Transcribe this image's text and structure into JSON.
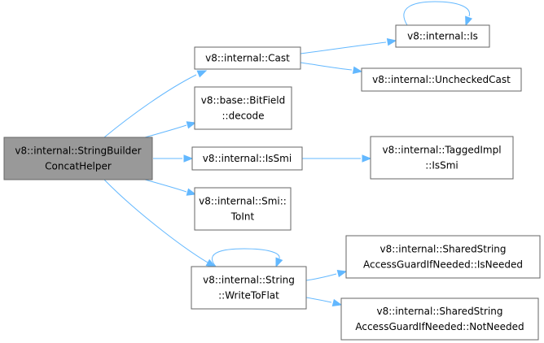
{
  "colors": {
    "edge": "#63b8ff",
    "node_border": "#666666",
    "root_fill": "#999999",
    "node_fill": "#ffffff"
  },
  "nodes": {
    "root": [
      "v8::internal::StringBuilder",
      "ConcatHelper"
    ],
    "cast": [
      "v8::internal::Cast"
    ],
    "bitfield": [
      "v8::base::BitField",
      "::decode"
    ],
    "issmi": [
      "v8::internal::IsSmi"
    ],
    "smi_toint": [
      "v8::internal::Smi::",
      "ToInt"
    ],
    "writetoflat": [
      "v8::internal::String",
      "::WriteToFlat"
    ],
    "is": [
      "v8::internal::Is"
    ],
    "uncheckedcast": [
      "v8::internal::UncheckedCast"
    ],
    "taggedimpl": [
      "v8::internal::TaggedImpl",
      "::IsSmi"
    ],
    "isneeded": [
      "v8::internal::SharedString",
      "AccessGuardIfNeeded::IsNeeded"
    ],
    "notneeded": [
      "v8::internal::SharedString",
      "AccessGuardIfNeeded::NotNeeded"
    ]
  },
  "edges": [
    {
      "from": "root",
      "to": "cast"
    },
    {
      "from": "root",
      "to": "bitfield"
    },
    {
      "from": "root",
      "to": "issmi"
    },
    {
      "from": "root",
      "to": "smi_toint"
    },
    {
      "from": "root",
      "to": "writetoflat"
    },
    {
      "from": "cast",
      "to": "is"
    },
    {
      "from": "cast",
      "to": "uncheckedcast"
    },
    {
      "from": "is",
      "to": "is"
    },
    {
      "from": "issmi",
      "to": "taggedimpl"
    },
    {
      "from": "writetoflat",
      "to": "writetoflat"
    },
    {
      "from": "writetoflat",
      "to": "isneeded"
    },
    {
      "from": "writetoflat",
      "to": "notneeded"
    }
  ]
}
